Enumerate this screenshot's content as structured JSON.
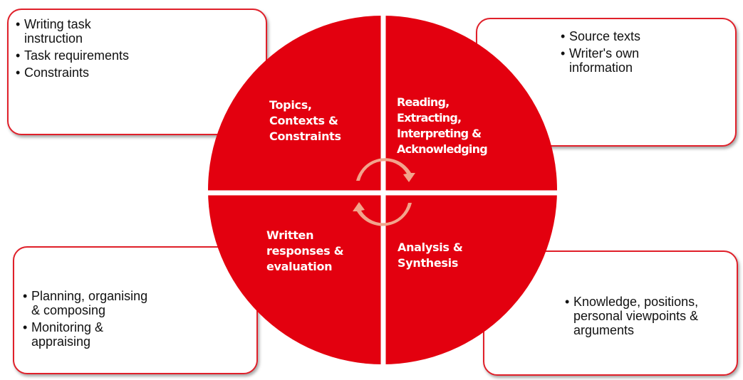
{
  "colors": {
    "quadrant_fill": "#e3000f",
    "box_border": "#e0202a",
    "arrow_fill": "#f2a48c"
  },
  "quadrants": {
    "top_left": {
      "lines": [
        "Topics,",
        "Contexts &",
        "Constraints"
      ]
    },
    "top_right": {
      "lines": [
        "Reading,",
        "Extracting,",
        "Interpreting &",
        "Acknowledging"
      ]
    },
    "bottom_left": {
      "lines": [
        "Written",
        "responses &",
        "evaluation"
      ]
    },
    "bottom_right": {
      "lines": [
        "Analysis &",
        "Synthesis"
      ]
    }
  },
  "boxes": {
    "top_left": {
      "items": [
        "Writing task\ninstruction",
        "Task requirements",
        "Constraints"
      ]
    },
    "top_right": {
      "items": [
        "Source texts",
        "Writer's own\ninformation"
      ]
    },
    "bottom_left": {
      "items": [
        "Planning, organising\n& composing",
        "Monitoring &\nappraising"
      ]
    },
    "bottom_right": {
      "items": [
        "Knowledge, positions,\npersonal viewpoints &\narguments"
      ]
    }
  },
  "center_icon": "cycle-arrows-icon"
}
